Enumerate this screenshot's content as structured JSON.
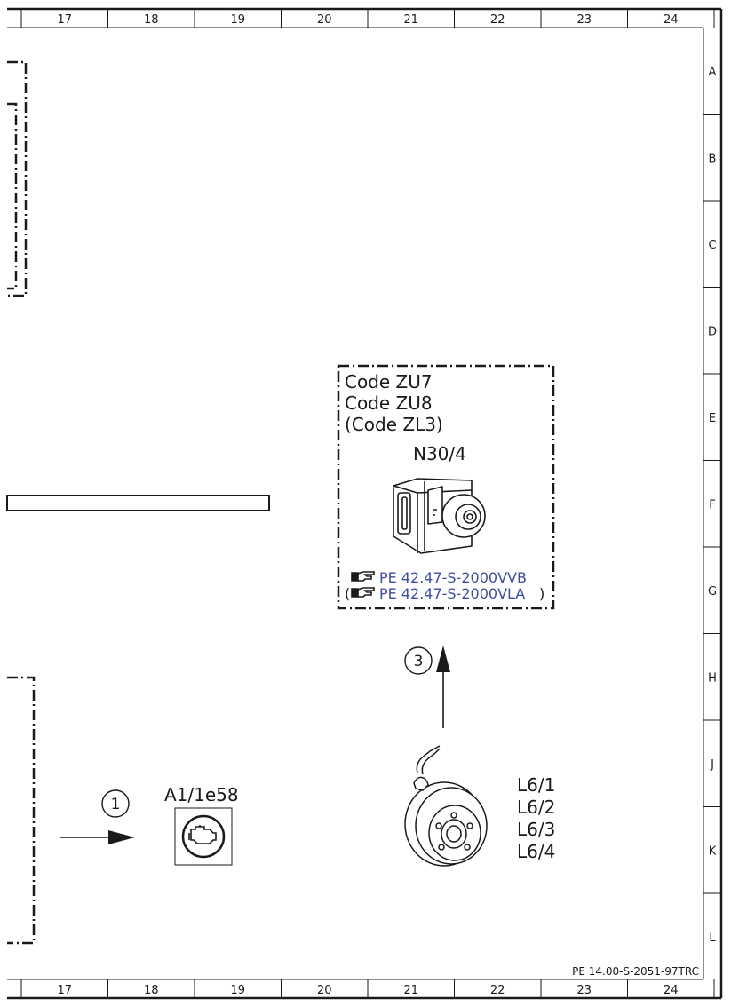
{
  "columns": [
    "17",
    "18",
    "19",
    "20",
    "21",
    "22",
    "23",
    "24"
  ],
  "rows": [
    "A",
    "B",
    "C",
    "D",
    "E",
    "F",
    "G",
    "H",
    "J",
    "K",
    "L"
  ],
  "module_box": {
    "code_lines": [
      "Code ZU7",
      "Code ZU8",
      "(Code ZL3)"
    ],
    "component": "N30/4",
    "links": [
      {
        "prefix": "",
        "text": "PE 42.47-S-2000VVB",
        "suffix": ""
      },
      {
        "prefix": "(",
        "text": "PE 42.47-S-2000VLA",
        "suffix": ")"
      }
    ]
  },
  "callouts": [
    "1",
    "3"
  ],
  "engine_component": "A1/1e58",
  "sensor_labels": [
    "L6/1",
    "L6/2",
    "L6/3",
    "L6/4"
  ],
  "doc_id": "PE 14.00-S-2051-97TRC",
  "icons": [
    "hand-pointer-icon",
    "engine-warning-icon",
    "abs-unit-icon",
    "brake-disc-icon"
  ],
  "colors": {
    "line": "#1a1a1a",
    "link": "#3f4f9c"
  }
}
